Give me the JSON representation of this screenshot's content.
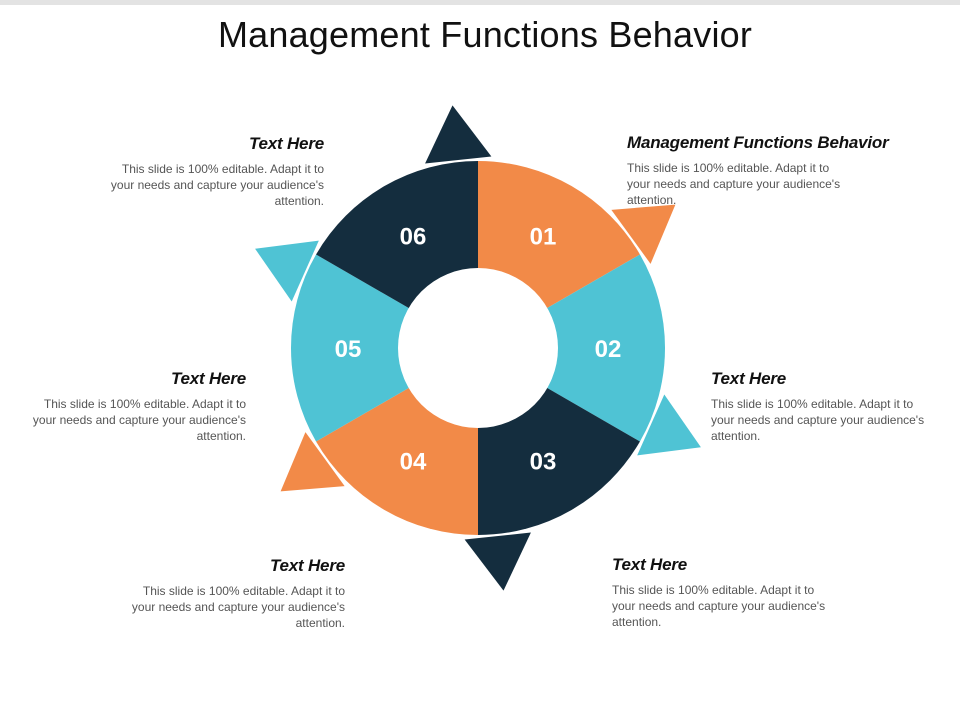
{
  "title": "Management Functions Behavior",
  "colors": {
    "orange": "#F28A48",
    "cyan": "#4FC3D4",
    "navy": "#142D3E",
    "title_text": "#111111",
    "body_text": "#555555"
  },
  "segments": [
    {
      "number": "01",
      "color": "orange"
    },
    {
      "number": "02",
      "color": "cyan"
    },
    {
      "number": "03",
      "color": "navy"
    },
    {
      "number": "04",
      "color": "orange"
    },
    {
      "number": "05",
      "color": "cyan"
    },
    {
      "number": "06",
      "color": "navy"
    }
  ],
  "blocks": [
    {
      "heading": "Management Functions Behavior",
      "body": "This slide is 100% editable. Adapt it to your needs and capture your audience's attention."
    },
    {
      "heading": "Text Here",
      "body": "This slide is 100% editable. Adapt it to your needs and capture your audience's attention."
    },
    {
      "heading": "Text Here",
      "body": "This slide is 100% editable. Adapt it to your needs and capture your audience's attention."
    },
    {
      "heading": "Text Here",
      "body": "This slide is 100% editable. Adapt it to your needs and capture your audience's attention."
    },
    {
      "heading": "Text Here",
      "body": "This slide is 100% editable. Adapt it to your needs and capture your audience's attention."
    },
    {
      "heading": "Text Here",
      "body": "This slide is 100% editable. Adapt it to your needs and capture your audience's attention."
    }
  ]
}
